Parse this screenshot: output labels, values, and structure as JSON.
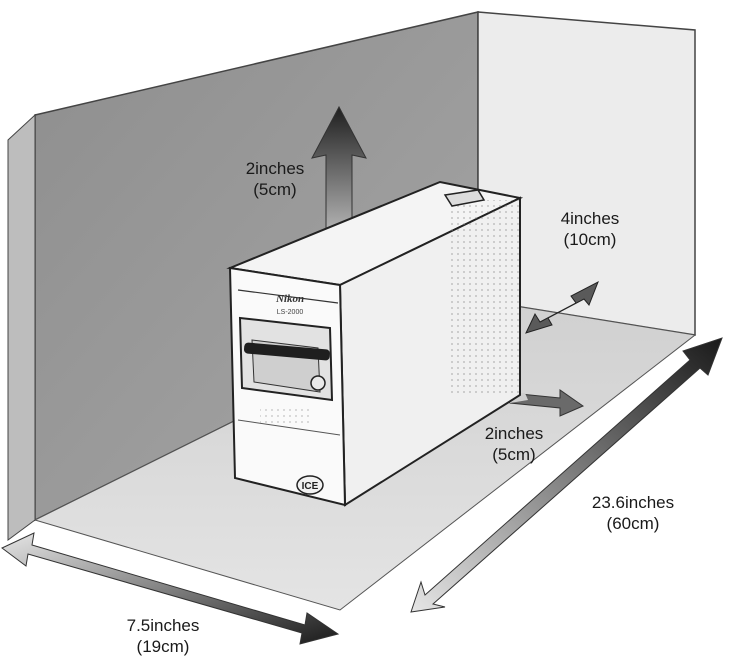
{
  "labels": {
    "top_clearance": {
      "line1": "2inches",
      "line2": "(5cm)"
    },
    "back_clearance": {
      "line1": "4inches",
      "line2": "(10cm)"
    },
    "side_clearance": {
      "line1": "2inches",
      "line2": "(5cm)"
    },
    "depth": {
      "line1": "23.6inches",
      "line2": "(60cm)"
    },
    "width": {
      "line1": "7.5inches",
      "line2": "(19cm)"
    }
  },
  "device": {
    "brand_mark": "Nikon",
    "model_mark": "LS-2000",
    "badge": "ICE"
  },
  "colors": {
    "back_wall": "#9a9a9a",
    "right_wall": "#ececec",
    "floor": "#dcdcdc",
    "device_body": "#f6f6f6",
    "outline": "#222222",
    "arrow_dark": "#1f1f1f",
    "arrow_light": "#d8d8d8"
  }
}
